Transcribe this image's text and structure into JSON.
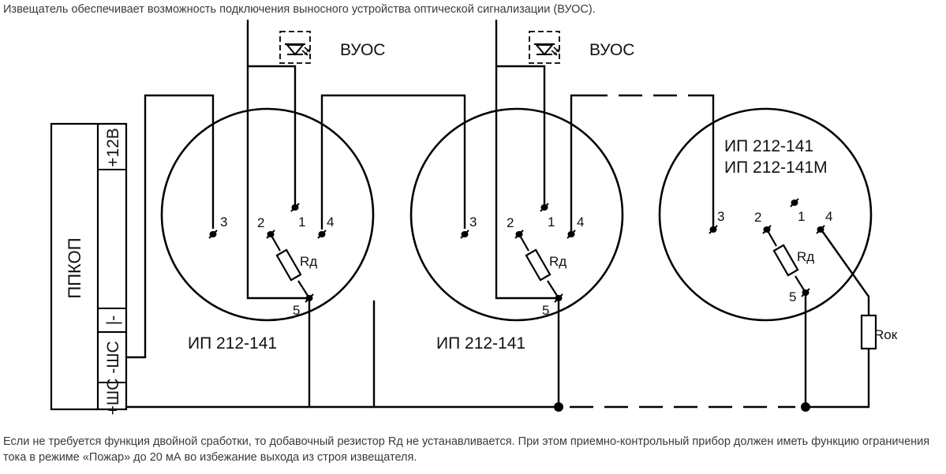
{
  "text": {
    "top": "Извещатель обеспечивает возможность подключения выносного устройства оптической сигнализации (ВУОС).",
    "bottom": "Если не требуется функция двойной сработки, то добавочный резистор Rд не устанавливается. При этом приемно-контрольный прибор должен иметь функцию ограничения тока в режиме «Пожар» до 20 мА во избежание выхода из строя извещателя."
  },
  "panel": {
    "name": "ППКОП",
    "terminals": [
      "+12В",
      "",
      "|-",
      "-ШС",
      "+ШС"
    ]
  },
  "vuos": {
    "label": "ВУОС"
  },
  "detectors": [
    {
      "title": [
        "ИП 212-141"
      ],
      "pins": [
        "1",
        "2",
        "3",
        "4",
        "5"
      ],
      "resistor": "Rд"
    },
    {
      "title": [
        "ИП 212-141"
      ],
      "pins": [
        "1",
        "2",
        "3",
        "4",
        "5"
      ],
      "resistor": "Rд"
    },
    {
      "title": [
        "ИП 212-141",
        "ИП 212-141М"
      ],
      "pins": [
        "1",
        "2",
        "3",
        "4",
        "5"
      ],
      "resistor": "Rд"
    }
  ],
  "end_resistor": "Rок"
}
